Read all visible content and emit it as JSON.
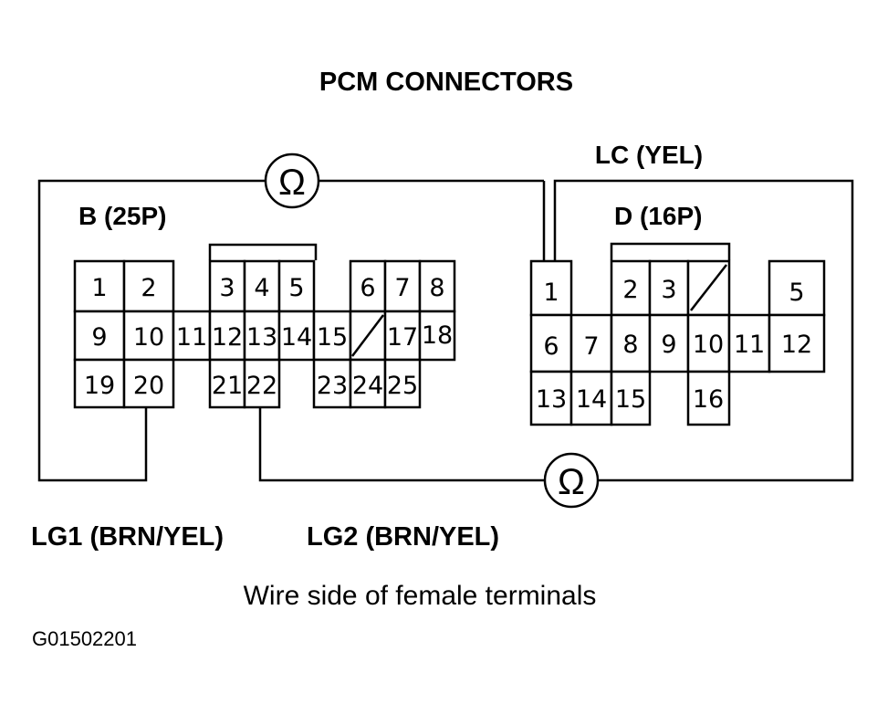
{
  "title": "PCM CONNECTORS",
  "lc_label": "LC (YEL)",
  "connector_b": {
    "name": "B (25P)",
    "pins": [
      "1",
      "2",
      "9",
      "10",
      "19",
      "20",
      "11",
      "3",
      "4",
      "5",
      "12",
      "13",
      "14",
      "21",
      "22",
      "6",
      "7",
      "8",
      "15",
      "17",
      "18",
      "23",
      "24",
      "25"
    ]
  },
  "connector_d": {
    "name": "D (16P)",
    "pins": [
      "1",
      "6",
      "13",
      "7",
      "14",
      "2",
      "3",
      "8",
      "9",
      "15",
      "10",
      "16",
      "11",
      "5",
      "12"
    ]
  },
  "lg1_label": "LG1 (BRN/YEL)",
  "lg2_label": "LG2 (BRN/YEL)",
  "caption": "Wire side of female terminals",
  "figure_id": "G01502201",
  "ohm_symbol": "Ω"
}
